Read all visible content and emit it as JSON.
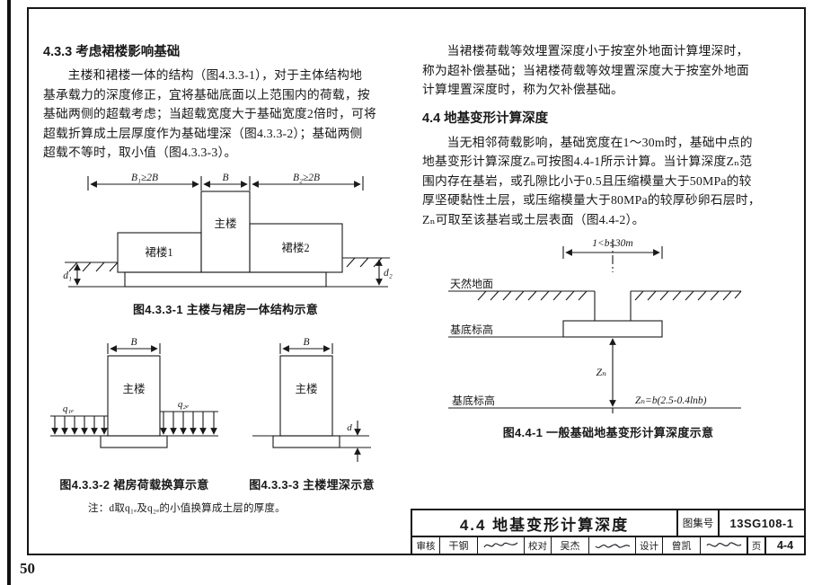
{
  "page_number": "50",
  "left": {
    "heading": "4.3.3 考虑裙楼影响基础",
    "para1": [
      "主楼和裙楼一体的结构（图4.3.3-1），对于主体结构地",
      "基承载力的深度修正，宜将基础底面以上范围内的荷载，按",
      "基础两侧的超载考虑；当超载宽度大于基础宽度2倍时，可将",
      "超载折算成土层厚度作为基础埋深（图4.3.3-2）；基础两侧",
      "超载不等时，取小值（图4.3.3-3）。"
    ],
    "fig1": {
      "dim_left": "B₁≥2B",
      "dim_mid": "B",
      "dim_right": "B₂≥2B",
      "main": "主楼",
      "podium1": "裙楼1",
      "podium2": "裙楼2",
      "d1": "d₁",
      "d2": "d₂",
      "caption": "图4.3.3-1 主楼与裙房一体结构示意"
    },
    "fig2": {
      "dim": "B",
      "main": "主楼",
      "q1": "q₁ₑ",
      "q2": "q₂ₑ",
      "caption": "图4.3.3-2 裙房荷载换算示意"
    },
    "fig3": {
      "dim": "B",
      "main": "主楼",
      "d": "d",
      "caption": "图4.3.3-3 主楼埋深示意"
    },
    "note": "注：d取q₁ₑ及q₂ₑ的小值换算成土层的厚度。"
  },
  "right": {
    "para1": [
      "当裙楼荷载等效埋置深度小于按室外地面计算埋深时，",
      "称为超补偿基础；当裙楼荷载等效埋置深度大于按室外地面",
      "计算埋置深度时，称为欠补偿基础。"
    ],
    "heading": "4.4 地基变形计算深度",
    "para2": [
      "当无相邻荷载影响，基础宽度在1～30m时，基础中点的",
      "地基变形计算深度Zₙ可按图4.4-1所示计算。当计算深度Zₙ范",
      "围内存在基岩，或孔隙比小于0.5且压缩模量大于50MPa的较",
      "厚坚硬黏性土层，或压缩模量大于80MPa的较厚砂卵石层时，",
      "Zₙ可取至该基岩或土层表面（图4.4-2）。"
    ],
    "fig4": {
      "dim": "1<b≤30m",
      "ground": "天然地面",
      "base_upper": "基底标高",
      "zn": "Zₙ",
      "formula": "Zₙ=b(2.5-0.4lnb)",
      "base_lower": "基底标高",
      "caption": "图4.4-1 一般基础地基变形计算深度示意"
    }
  },
  "title_block": {
    "title": "4.4 地基变形计算深度",
    "atlas_label": "图集号",
    "atlas_no": "13SG108-1",
    "page_label": "页",
    "page_no": "4-4",
    "cells": [
      {
        "label": "审核",
        "name": "干钢"
      },
      {
        "label": "校对",
        "name": "吴杰"
      },
      {
        "label": "设计",
        "name": "曾凯"
      }
    ]
  }
}
